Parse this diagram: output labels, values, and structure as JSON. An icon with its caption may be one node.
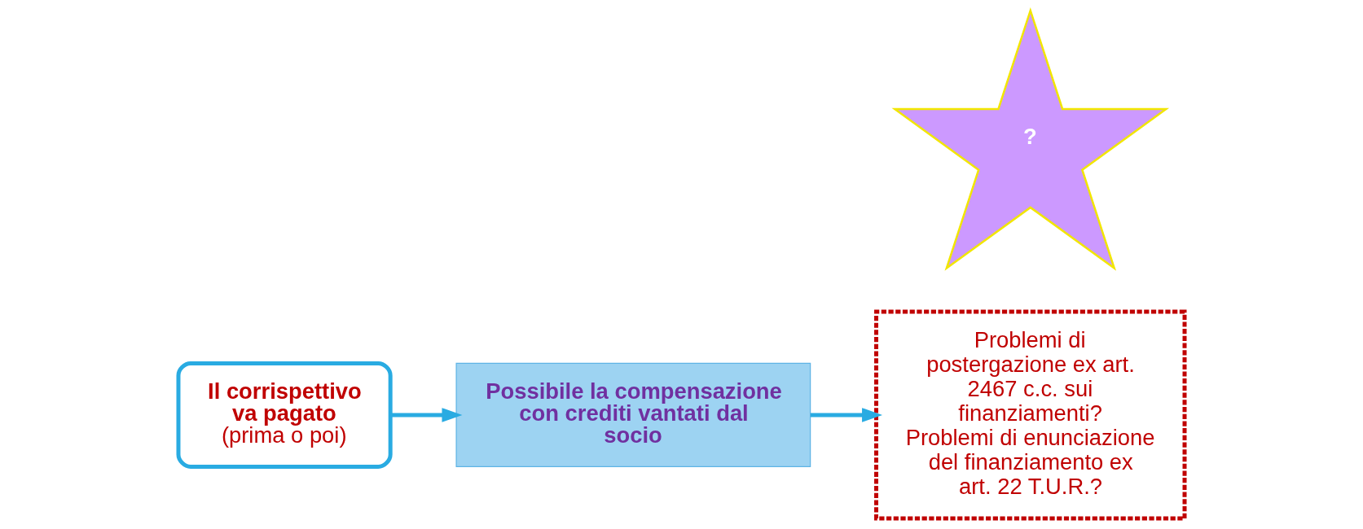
{
  "diagram": {
    "nodes": [
      {
        "text": [
          "Il corrispettivo va pagato",
          "(prima o poi)"
        ]
      },
      {
        "text": [
          "Possibile la compensazione con crediti vantati dal socio"
        ]
      },
      {
        "text": [
          "Problemi di postergazione ex art. 2467 c.c. sui finanziamenti?",
          "Problemi di enunciazione del finanziamento ex art. 22 T.U.R.?"
        ]
      },
      {
        "text": [
          "?"
        ]
      }
    ],
    "edges": [
      {
        "from": 0,
        "to": 1,
        "arrow": "to"
      },
      {
        "from": 1,
        "to": 2,
        "arrow": "to"
      }
    ]
  }
}
